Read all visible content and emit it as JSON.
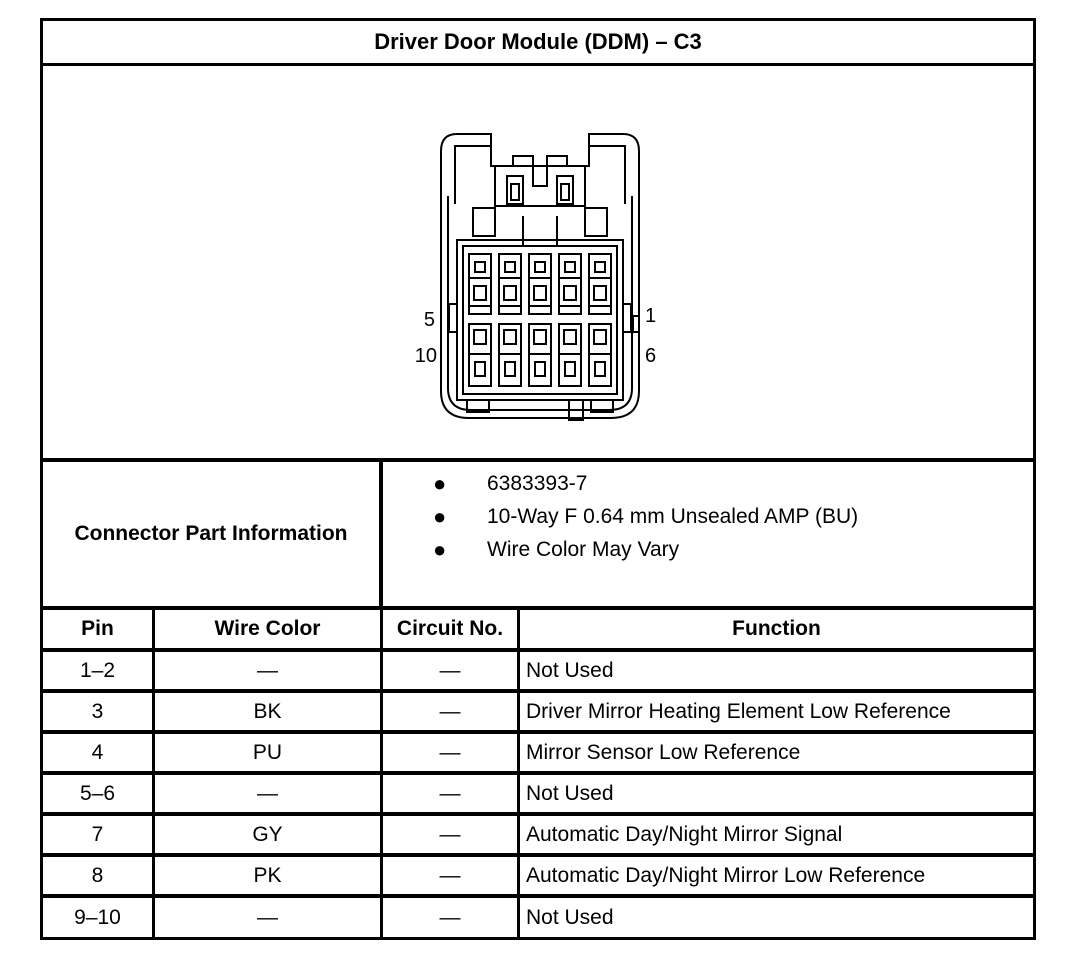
{
  "title": "Driver Door Module (DDM) – C3",
  "connector": {
    "pin_labels": {
      "top_left": "5",
      "top_right": "1",
      "bottom_left": "10",
      "bottom_right": "6"
    }
  },
  "part_info": {
    "label": "Connector Part Information",
    "items": [
      "6383393-7",
      "10-Way F 0.64 mm Unsealed AMP (BU)",
      "Wire Color May Vary"
    ]
  },
  "table": {
    "headers": {
      "pin": "Pin",
      "wire_color": "Wire Color",
      "circuit": "Circuit No.",
      "function": "Function"
    },
    "rows": [
      {
        "pin": "1–2",
        "wire_color": "—",
        "circuit": "—",
        "function": "Not Used"
      },
      {
        "pin": "3",
        "wire_color": "BK",
        "circuit": "—",
        "function": "Driver Mirror Heating Element Low Reference"
      },
      {
        "pin": "4",
        "wire_color": "PU",
        "circuit": "—",
        "function": "Mirror Sensor Low Reference"
      },
      {
        "pin": "5–6",
        "wire_color": "—",
        "circuit": "—",
        "function": "Not Used"
      },
      {
        "pin": "7",
        "wire_color": "GY",
        "circuit": "—",
        "function": "Automatic Day/Night Mirror Signal"
      },
      {
        "pin": "8",
        "wire_color": "PK",
        "circuit": "—",
        "function": "Automatic Day/Night Mirror Low Reference"
      },
      {
        "pin": "9–10",
        "wire_color": "—",
        "circuit": "—",
        "function": "Not Used"
      }
    ]
  }
}
